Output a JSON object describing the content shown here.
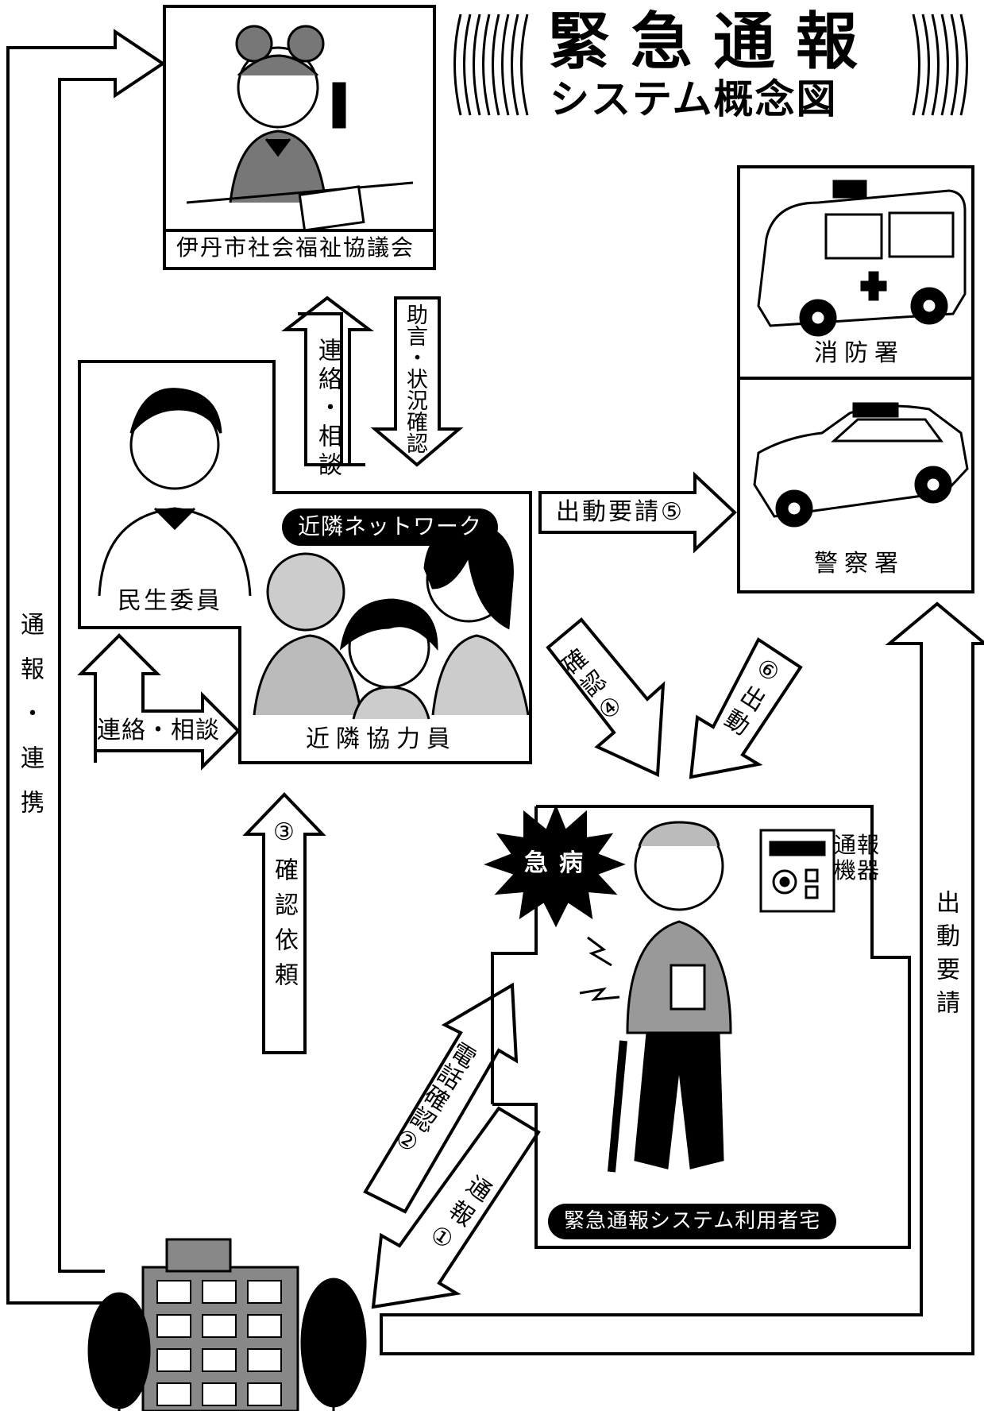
{
  "title": {
    "line1": "緊急通報",
    "line2": "システム概念図"
  },
  "nodes": {
    "council": "伊丹市社会福祉協議会",
    "fire": "消防署",
    "police": "警察署",
    "minsei": "民生委員",
    "network": "近隣ネットワーク",
    "neighbors": "近隣協力員",
    "user_home": "緊急通報システム利用者宅",
    "device": "通報機器",
    "sudden_illness": "急病"
  },
  "arrows": {
    "left_notify": "通報・連携",
    "renraku_soudan_up": "連絡・相談",
    "jogen": "助言・状況確認",
    "renraku_soudan_side": "連絡・相談",
    "shutsudo_yousei_5": "出動要請⑤",
    "kakunin_4": "確認④",
    "shutsudo_6": "⑥出動",
    "kakunin_irai_3": "③確認依頼",
    "denwa_kakunin_2": "電話確認②",
    "tsuho_1": "通報①",
    "right_shutsudo_yousei": "出動要請"
  }
}
